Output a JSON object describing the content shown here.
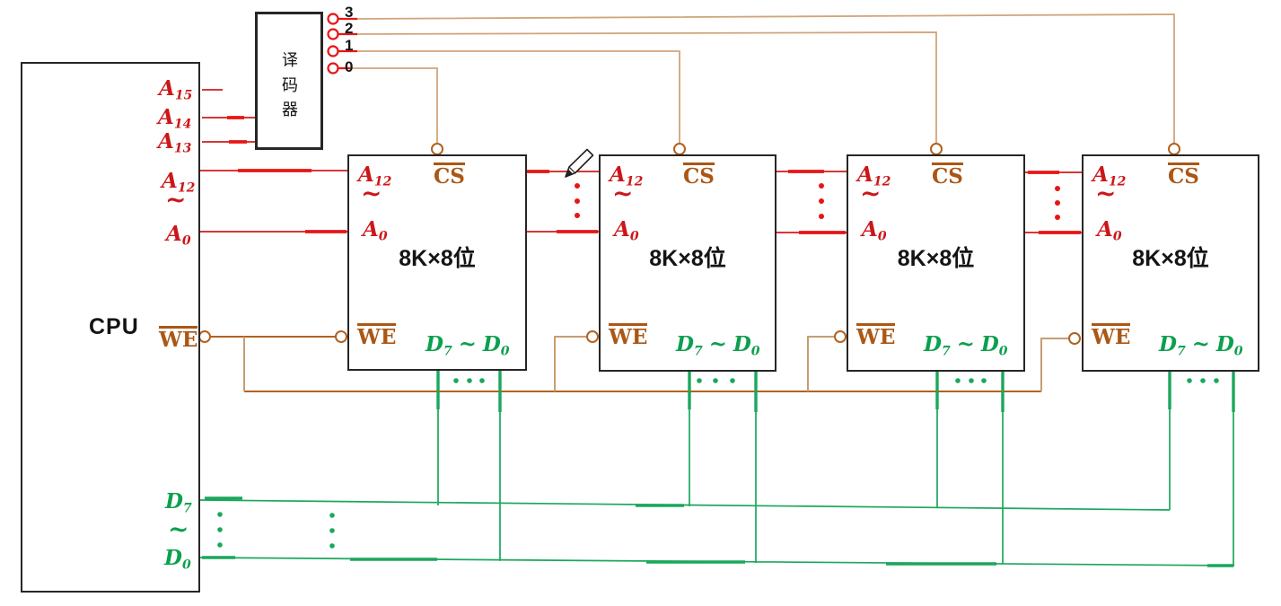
{
  "colors": {
    "address_wire": "#cf1d1d",
    "address_emphasis": "#e81515",
    "address_text": "#cd1619",
    "data_wire": "#1ba75c",
    "data_text": "#0ba04e",
    "control_text": "#ab5715",
    "control_wire": "#b2611f",
    "control_wire_light": "#c79d72",
    "decoder_wire": "#d2a47a",
    "box_border": "#262626",
    "label_black": "#141414"
  },
  "cpu": {
    "label": "CPU",
    "pins": {
      "a15": {
        "base": "A",
        "sub": "15"
      },
      "a14": {
        "base": "A",
        "sub": "14"
      },
      "a13": {
        "base": "A",
        "sub": "13"
      },
      "a12": {
        "base": "A",
        "sub": "12"
      },
      "addr_tilde": "~",
      "a0": {
        "base": "A",
        "sub": "0"
      },
      "we": "WE",
      "d7": {
        "base": "D",
        "sub": "7"
      },
      "data_tilde": "~",
      "d0": {
        "base": "D",
        "sub": "0"
      }
    }
  },
  "decoder": {
    "name_chars": [
      "译",
      "码",
      "器"
    ],
    "outputs": [
      "3",
      "2",
      "1",
      "0"
    ]
  },
  "chips": [
    {
      "a12": {
        "base": "A",
        "sub": "12"
      },
      "tilde": "~",
      "a0": {
        "base": "A",
        "sub": "0"
      },
      "cs": "CS",
      "capacity": "8K×8位",
      "we": "WE",
      "d7": {
        "base": "D",
        "sub": "7"
      },
      "dtilde": "~",
      "d0": {
        "base": "D",
        "sub": "0"
      }
    },
    {
      "a12": {
        "base": "A",
        "sub": "12"
      },
      "tilde": "~",
      "a0": {
        "base": "A",
        "sub": "0"
      },
      "cs": "CS",
      "capacity": "8K×8位",
      "we": "WE",
      "d7": {
        "base": "D",
        "sub": "7"
      },
      "dtilde": "~",
      "d0": {
        "base": "D",
        "sub": "0"
      }
    },
    {
      "a12": {
        "base": "A",
        "sub": "12"
      },
      "tilde": "~",
      "a0": {
        "base": "A",
        "sub": "0"
      },
      "cs": "CS",
      "capacity": "8K×8位",
      "we": "WE",
      "d7": {
        "base": "D",
        "sub": "7"
      },
      "dtilde": "~",
      "d0": {
        "base": "D",
        "sub": "0"
      }
    },
    {
      "a12": {
        "base": "A",
        "sub": "12"
      },
      "tilde": "~",
      "a0": {
        "base": "A",
        "sub": "0"
      },
      "cs": "CS",
      "capacity": "8K×8位",
      "we": "WE",
      "d7": {
        "base": "D",
        "sub": "7"
      },
      "dtilde": "~",
      "d0": {
        "base": "D",
        "sub": "0"
      }
    }
  ],
  "icons": {
    "cursor": "pencil-icon"
  }
}
